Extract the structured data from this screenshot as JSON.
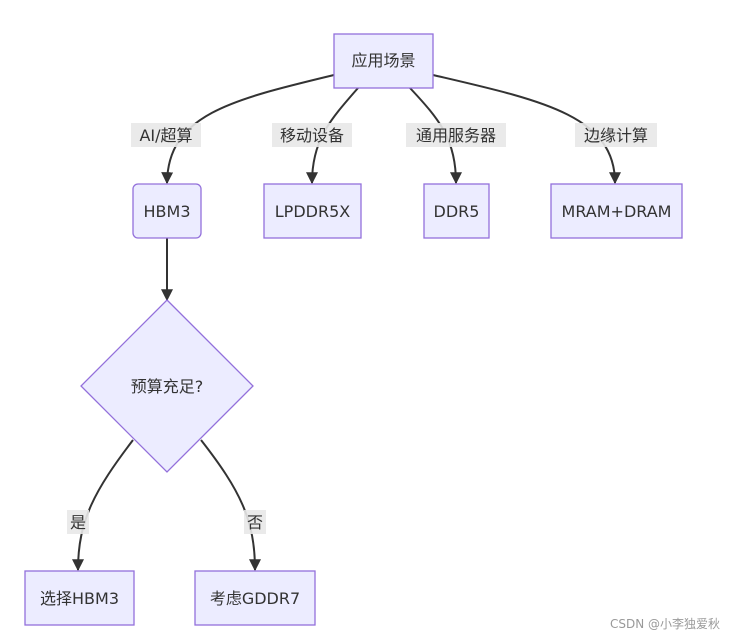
{
  "nodes": {
    "root": "应用场景",
    "hbm3": "HBM3",
    "lpddr5x": "LPDDR5X",
    "ddr5": "DDR5",
    "mram_dram": "MRAM+DRAM",
    "budget": "预算充足?",
    "choose_hbm3": "选择HBM3",
    "consider_gddr7": "考虑GDDR7"
  },
  "edge_labels": {
    "ai": "AI/超算",
    "mobile": "移动设备",
    "server": "通用服务器",
    "edge": "边缘计算",
    "yes": "是",
    "no": "否"
  },
  "watermark": "CSDN @小李独爱秋",
  "colors": {
    "node_fill": "#ececff",
    "node_stroke": "#9370db",
    "edge": "#333333",
    "label_bg": "#e8e8e8"
  }
}
